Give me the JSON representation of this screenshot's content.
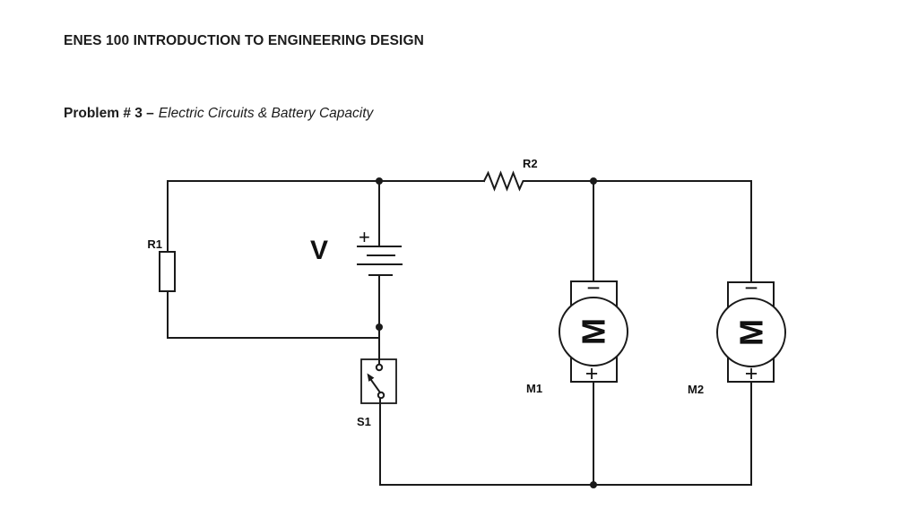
{
  "document": {
    "title": "ENES 100 INTRODUCTION TO ENGINEERING DESIGN",
    "problem_label": "Problem # 3 –",
    "problem_topic": "Electric Circuits & Battery Capacity"
  },
  "circuit": {
    "labels": {
      "resistor1": "R1",
      "resistor2": "R2",
      "battery": "V",
      "battery_positive": "+",
      "switch": "S1",
      "motor1": "M1",
      "motor2": "M2",
      "motor_letter": "M",
      "motor_negative": "−",
      "motor_positive": "+"
    },
    "colors": {
      "wire": "#1a1a1a",
      "label": "#111111",
      "background": "#ffffff"
    }
  }
}
